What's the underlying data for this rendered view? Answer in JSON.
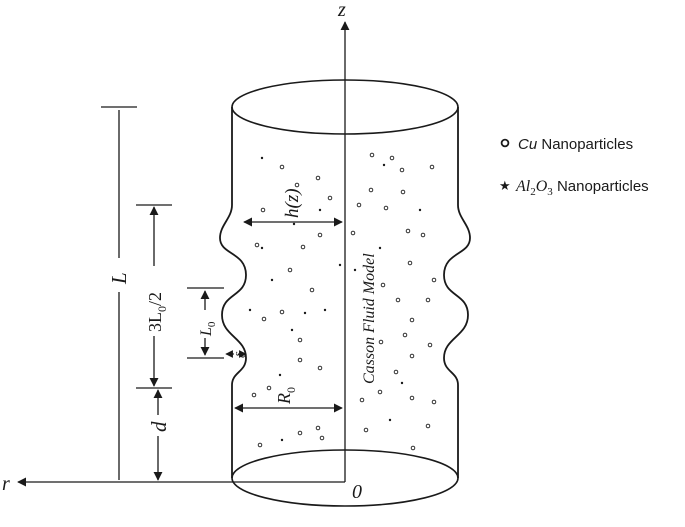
{
  "axes": {
    "z_label": "z",
    "r_label": "r",
    "origin_label": "0"
  },
  "dimensions": {
    "length_total": "L",
    "stenosis_region": "3L0/2",
    "stenosis_region_main": "3L",
    "stenosis_region_sub": "0",
    "stenosis_region_tail": "/2",
    "onset_distance": "d",
    "wave_length_main": "L",
    "wave_length_sub": "0",
    "stenosis_height": "δ",
    "radius_main": "R",
    "radius_sub": "0",
    "wall_height": "h(z)"
  },
  "fluid_label": "Casson Fluid Model",
  "legend": {
    "cu_label_italic": "Cu",
    "cu_label_rest": " Nanoparticles",
    "al_label_main": "Al",
    "al_sub1": "2",
    "al_label_o": "O",
    "al_sub2": "3",
    "al_label_rest": " Nanoparticles",
    "cu_icon": "circle-marker-icon",
    "al_icon": "star-marker-icon"
  },
  "colors": {
    "line": "#1a1a1a"
  }
}
